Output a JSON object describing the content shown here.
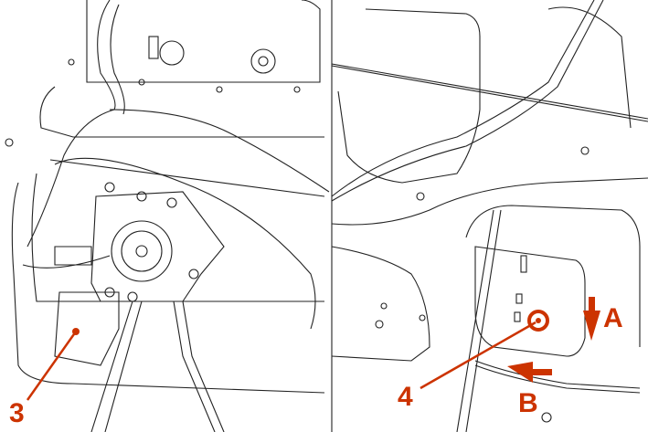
{
  "callouts": {
    "item_3": "3",
    "item_4": "4",
    "direction_a": "A",
    "direction_b": "B"
  },
  "colors": {
    "accent": "#cc3300",
    "line": "#222222"
  }
}
